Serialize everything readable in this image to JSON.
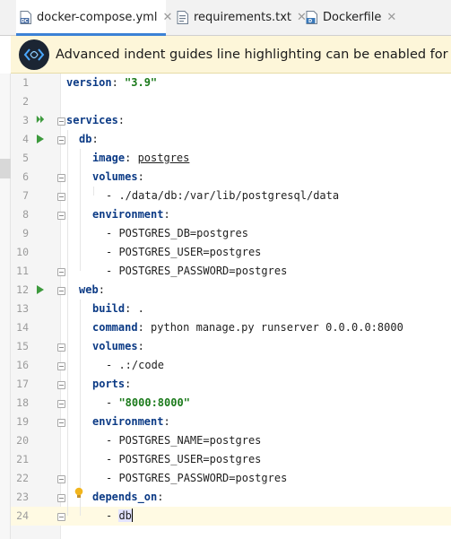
{
  "tabs": [
    {
      "label": "docker-compose.yml",
      "icon": "yaml-file-icon",
      "active": true
    },
    {
      "label": "requirements.txt",
      "icon": "text-file-icon",
      "active": false
    },
    {
      "label": "Dockerfile",
      "icon": "dockerfile-icon",
      "active": false
    }
  ],
  "banner": {
    "text": "Advanced indent guides line highlighting can be enabled for yam"
  },
  "line_numbers": [
    "1",
    "2",
    "3",
    "4",
    "5",
    "6",
    "7",
    "8",
    "9",
    "10",
    "11",
    "12",
    "13",
    "14",
    "15",
    "16",
    "17",
    "18",
    "19",
    "20",
    "21",
    "22",
    "23",
    "24"
  ],
  "code": {
    "l1_key": "version",
    "l1_colon": ": ",
    "l1_val": "\"3.9\"",
    "l3_key": "services",
    "l3_colon": ":",
    "l4_key": "db",
    "l4_colon": ":",
    "l5_key": "image",
    "l5_colon": ": ",
    "l5_val": "postgres",
    "l6_key": "volumes",
    "l6_colon": ":",
    "l7_text": "- ./data/db:/var/lib/postgresql/data",
    "l8_key": "environment",
    "l8_colon": ":",
    "l9_text": "- POSTGRES_DB=postgres",
    "l10_text": "- POSTGRES_USER=postgres",
    "l11_text": "- POSTGRES_PASSWORD=postgres",
    "l12_key": "web",
    "l12_colon": ":",
    "l13_key": "build",
    "l13_colon": ": ",
    "l13_val": ".",
    "l14_key": "command",
    "l14_colon": ": ",
    "l14_val": "python manage.py runserver 0.0.0.0:8000",
    "l15_key": "volumes",
    "l15_colon": ":",
    "l16_text": "- .:/code",
    "l17_key": "ports",
    "l17_colon": ":",
    "l18_dash": "- ",
    "l18_val": "\"8000:8000\"",
    "l19_key": "environment",
    "l19_colon": ":",
    "l20_text": "- POSTGRES_NAME=postgres",
    "l21_text": "- POSTGRES_USER=postgres",
    "l22_text": "- POSTGRES_PASSWORD=postgres",
    "l23_key": "depends_on",
    "l23_colon": ":",
    "l24_dash": "- ",
    "l24_val": "db"
  },
  "colors": {
    "key": "#0b3a85",
    "string": "#1b7a1b",
    "current_line": "#fffae3",
    "tab_underline": "#3c82d6",
    "banner_bg": "#fdf6d9"
  }
}
